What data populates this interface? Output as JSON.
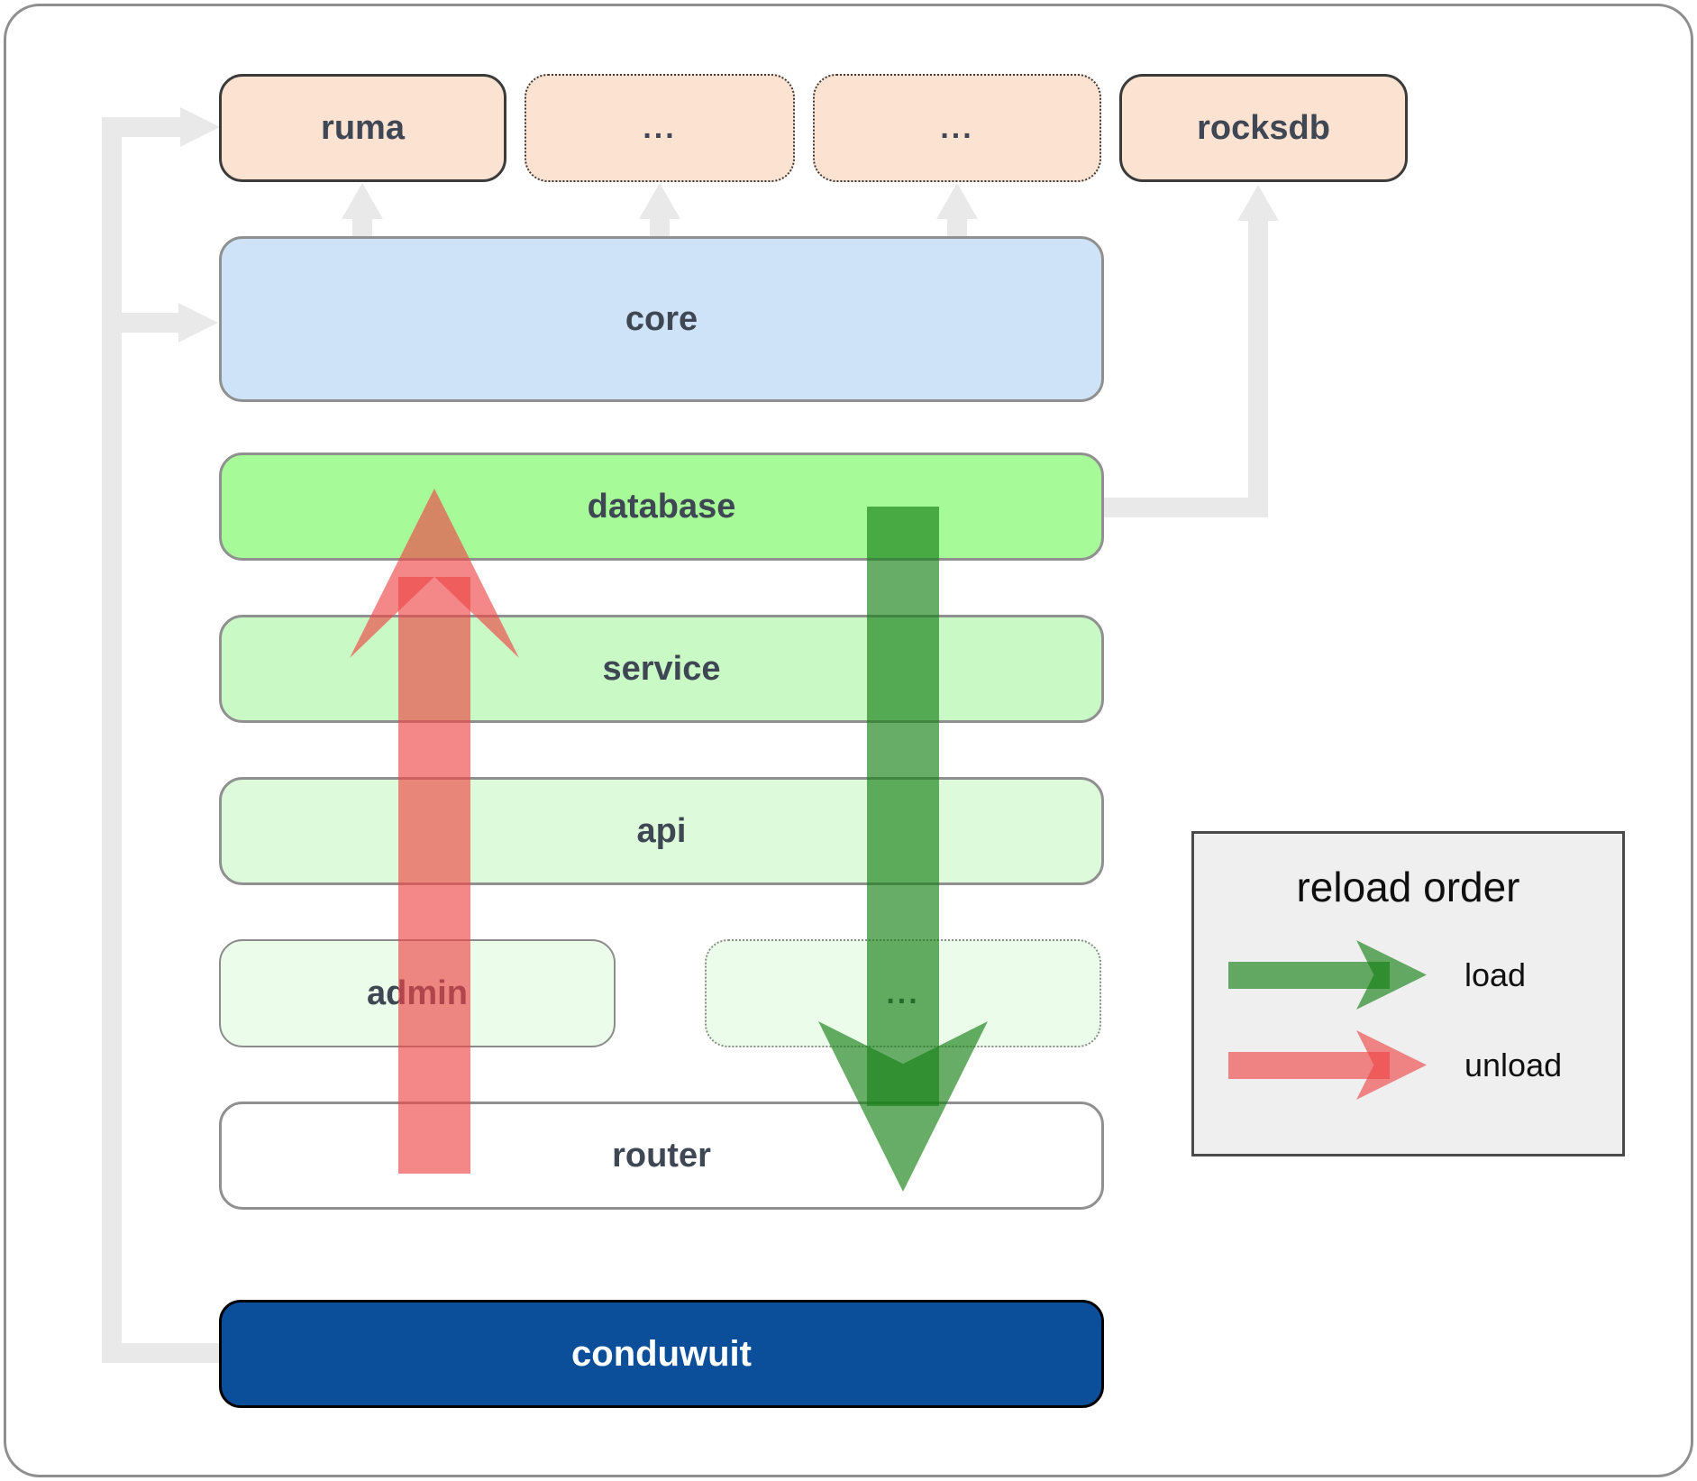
{
  "diagram": {
    "boxes": {
      "ruma": {
        "label": "ruma"
      },
      "dots_top_1": {
        "label": "..."
      },
      "dots_top_2": {
        "label": "..."
      },
      "rocksdb": {
        "label": "rocksdb"
      },
      "core": {
        "label": "core"
      },
      "database": {
        "label": "database"
      },
      "service": {
        "label": "service"
      },
      "api": {
        "label": "api"
      },
      "admin": {
        "label": "admin"
      },
      "dots_admin": {
        "label": "..."
      },
      "router": {
        "label": "router"
      },
      "conduwuit": {
        "label": "conduwuit"
      }
    },
    "legend": {
      "title": "reload order",
      "items": [
        {
          "label": "load",
          "type": "load"
        },
        {
          "label": "unload",
          "type": "unload"
        }
      ]
    },
    "colors": {
      "peach": "#fce3d1",
      "core_blue": "#cfe3f8",
      "database_green": "#a6fa97",
      "service_green": "#c9f9c5",
      "api_green": "#ddfbda",
      "admin_green": "#ebfdea",
      "conduwuit_blue": "#0b4f9b",
      "load_green": "#157f15",
      "unload_red": "#ee4747",
      "connector_gray": "#e9e9e9",
      "legend_bg": "#efefef",
      "text_dark": "#3e4753"
    }
  }
}
